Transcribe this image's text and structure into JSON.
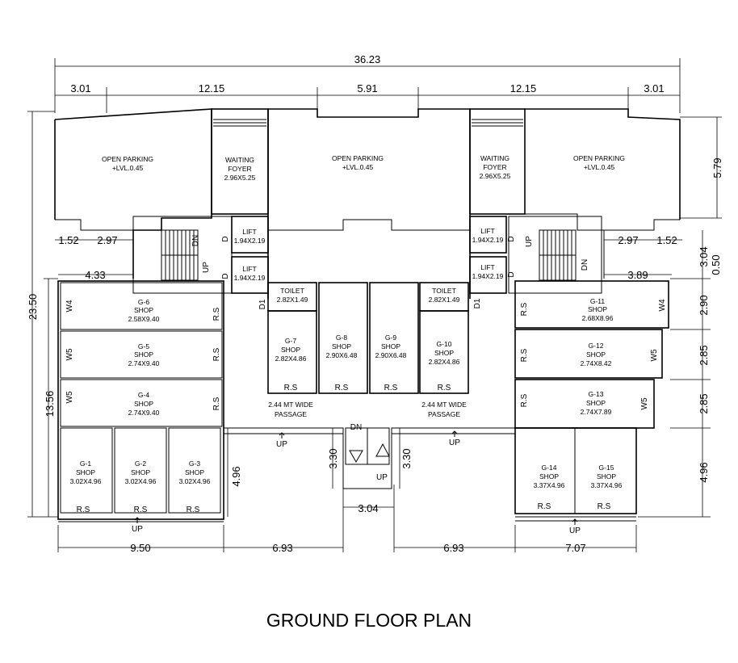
{
  "title": "GROUND FLOOR PLAN",
  "dimensions": {
    "overall": "36.23",
    "seg_left": "3.01",
    "seg_a": "12.15",
    "seg_mid": "5.91",
    "seg_b": "12.15",
    "seg_right": "3.01",
    "left_152": "1.52",
    "left_297": "2.97",
    "left_433": "4.33",
    "right_297": "2.97",
    "right_152": "1.52",
    "right_389": "3.89",
    "height_total": "23.50",
    "height_1356": "13.56",
    "height_496_left": "4.96",
    "r_579": "5.79",
    "r_304": "3.04",
    "r_050": "0.50",
    "r_290": "2.90",
    "r_285a": "2.85",
    "r_285b": "2.85",
    "r_496": "4.96",
    "stair_330_left": "3.30",
    "stair_330_right": "3.30",
    "stair_304": "3.04",
    "bottom_950": "9.50",
    "bottom_693_left": "6.93",
    "bottom_693_right": "6.93",
    "bottom_707": "7.07"
  },
  "rooms": {
    "parking_left": {
      "name": "OPEN PARKING",
      "lvl": "+LVL.0.45"
    },
    "parking_mid": {
      "name": "OPEN PARKING",
      "lvl": "+LVL.0.45"
    },
    "parking_right": {
      "name": "OPEN PARKING",
      "lvl": "+LVL.0.45"
    },
    "foyer_left": {
      "name1": "WAITING",
      "name2": "FOYER",
      "size": "2.96X5.25"
    },
    "foyer_right": {
      "name1": "WAITING",
      "name2": "FOYER",
      "size": "2.96X5.25"
    },
    "lift": {
      "name": "LIFT",
      "size": "1.94X2.19"
    },
    "toilet_left": {
      "name": "TOILET",
      "size": "2.82X1.49"
    },
    "toilet_right": {
      "name": "TOILET",
      "size": "2.82X1.49"
    },
    "passage_left": {
      "l1": "2.44 MT WIDE",
      "l2": "PASSAGE"
    },
    "passage_right": {
      "l1": "2.44 MT WIDE",
      "l2": "PASSAGE"
    }
  },
  "shops": [
    {
      "id": "G-6",
      "type": "SHOP",
      "size": "2.58X9.40"
    },
    {
      "id": "G-5",
      "type": "SHOP",
      "size": "2.74X9.40"
    },
    {
      "id": "G-4",
      "type": "SHOP",
      "size": "2.74X9.40"
    },
    {
      "id": "G-1",
      "type": "SHOP",
      "size": "3.02X4.96"
    },
    {
      "id": "G-2",
      "type": "SHOP",
      "size": "3.02X4.96"
    },
    {
      "id": "G-3",
      "type": "SHOP",
      "size": "3.02X4.96"
    },
    {
      "id": "G-7",
      "type": "SHOP",
      "size": "2.82X4.86"
    },
    {
      "id": "G-8",
      "type": "SHOP",
      "size": "2.90X6.48"
    },
    {
      "id": "G-9",
      "type": "SHOP",
      "size": "2.90X6.48"
    },
    {
      "id": "G-10",
      "type": "SHOP",
      "size": "2.82X4.86"
    },
    {
      "id": "G-11",
      "type": "SHOP",
      "size": "2.68X8.96"
    },
    {
      "id": "G-12",
      "type": "SHOP",
      "size": "2.74X8.42"
    },
    {
      "id": "G-13",
      "type": "SHOP",
      "size": "2.74X7.89"
    },
    {
      "id": "G-14",
      "type": "SHOP",
      "size": "3.37X4.96"
    },
    {
      "id": "G-15",
      "type": "SHOP",
      "size": "3.37X4.96"
    }
  ],
  "labels": {
    "rs": "R.S",
    "up": "UP",
    "dn": "DN",
    "d": "D",
    "d1": "D1",
    "w4": "W4",
    "w5": "W5"
  }
}
